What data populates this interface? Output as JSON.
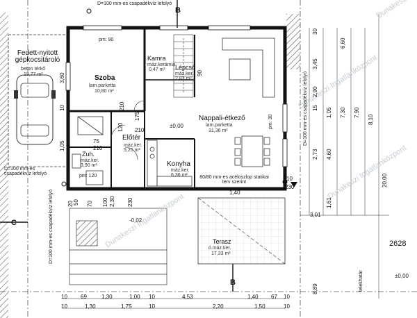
{
  "watermark": "Dunakeszi Ingatlanközpont",
  "parcel_number": "2628",
  "rooms": {
    "garage": {
      "name": "Fedett-nyitott gépkocsitároló",
      "floor": "beton térkő",
      "area": "19,77 m²"
    },
    "szoba": {
      "name": "Szoba",
      "floor": "lam.parketta",
      "area": "10,80 m²"
    },
    "kamra": {
      "name": "Kamra",
      "floor": "máz.kerámia",
      "area": "0,47 m²"
    },
    "lepcso": {
      "name": "Lépcső",
      "floor": "máz.ker.",
      "area": "2,83 m²"
    },
    "nappali": {
      "name": "Nappali-étkező",
      "floor": "lam.parketta",
      "area": "31,36 m²"
    },
    "eloter": {
      "name": "Előtér",
      "floor": "máz.ker.",
      "area": "5,25 m²"
    },
    "zuh": {
      "name": "Zuh.",
      "floor": "máz.ker.",
      "area": "3,90 m²"
    },
    "konyha": {
      "name": "Konyha",
      "floor": "máz.ker.",
      "area": "6,36 m²"
    },
    "terasz": {
      "name": "Terasz",
      "floor": "ó.máz.ker.",
      "area": "17,33 m²"
    }
  },
  "levels": {
    "main": "±0,00",
    "outside": "-0,02",
    "corner": "±0,00"
  },
  "notes": {
    "gutter_top": "D=100 mm-es csapadékvíz lefolyó",
    "gutter_right": "D=100 mm-es csapadékvíz lefolyó",
    "gutter_left": "D=100 mm-es csapadékvíz lefolyó",
    "gutter_bottom": "D=100 mm-es csapadékvíz lefolyó",
    "column": "80/80 mm-es acéloszlop statikai terv szerint",
    "boundary": "telekhatár"
  },
  "section_marks": {
    "b": "B",
    "c": "C"
  },
  "labels": {
    "pm90": "pm: 90",
    "pm120": "pm: 120",
    "pm30": "pm: 30"
  },
  "dims_bottom": [
    "10",
    "69",
    "1,30",
    "1,00",
    "10",
    "4,53",
    "1,40",
    "67",
    "10"
  ],
  "dims_bottom2": [
    "10",
    "1,30",
    "1,75",
    "10",
    "2,20",
    "1,50",
    "10"
  ],
  "dims_right": [
    "3,45",
    "30",
    "2,90",
    "15",
    "1,05",
    "2,73",
    "4,60",
    "3,01",
    "6,60",
    "7,30",
    "7,90",
    "8,10",
    "20,00",
    "8,89"
  ],
  "dims_left": [
    "3,60",
    "10",
    "1,05",
    "2,30",
    "20"
  ],
  "dims_misc": [
    "210",
    "75",
    "210",
    "175",
    "210",
    "50",
    "100",
    "230",
    "70",
    "120",
    "90",
    "230",
    "1,40",
    "1,61",
    "10"
  ]
}
